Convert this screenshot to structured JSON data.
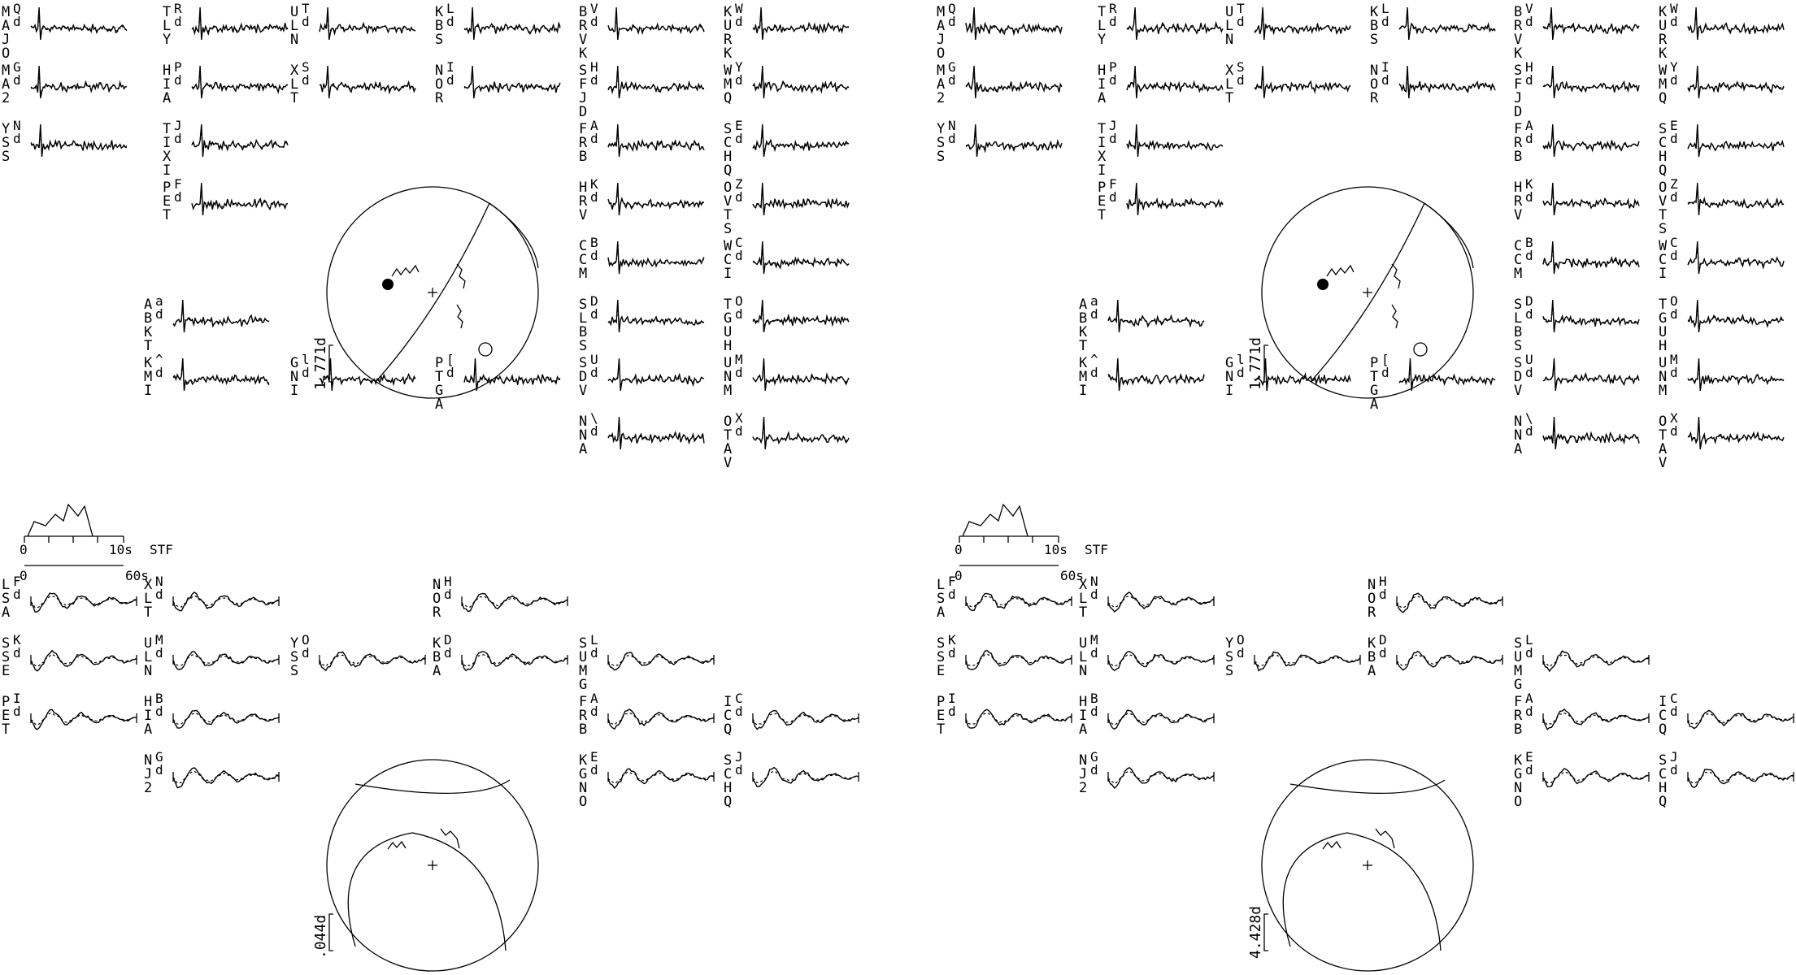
{
  "panels": [
    {
      "id": "left",
      "body_label": "1.771d",
      "surface_label": ".044d",
      "stf": {
        "x_label": "10s",
        "name": "STF",
        "wave_axis_label": "60s"
      },
      "body_stations": [
        {
          "code": "MAJO",
          "shift": "Q",
          "comp": "d"
        },
        {
          "code": "TLY",
          "shift": "R",
          "comp": "d"
        },
        {
          "code": "ULN",
          "shift": "T",
          "comp": "d"
        },
        {
          "code": "KBS",
          "shift": "L",
          "comp": "d"
        },
        {
          "code": "BRVK",
          "shift": "V",
          "comp": "d"
        },
        {
          "code": "KURK",
          "shift": "W",
          "comp": "d"
        },
        {
          "code": "MA2",
          "shift": "G",
          "comp": "d"
        },
        {
          "code": "HIA",
          "shift": "P",
          "comp": "d"
        },
        {
          "code": "XLT",
          "shift": "S",
          "comp": "d"
        },
        {
          "code": "NOR",
          "shift": "I",
          "comp": "d"
        },
        {
          "code": "SFJD",
          "shift": "H",
          "comp": "d"
        },
        {
          "code": "WMQ",
          "shift": "Y",
          "comp": "d"
        },
        {
          "code": "YSS",
          "shift": "N",
          "comp": "d"
        },
        {
          "code": "TIXI",
          "shift": "J",
          "comp": "d"
        },
        {
          "code": "FRB",
          "shift": "A",
          "comp": "d"
        },
        {
          "code": "SCHQ",
          "shift": "E",
          "comp": "d"
        },
        {
          "code": "PET",
          "shift": "F",
          "comp": "d"
        },
        {
          "code": "HRV",
          "shift": "K",
          "comp": "d"
        },
        {
          "code": "OVTS",
          "shift": "Z",
          "comp": "d"
        },
        {
          "code": "CCM",
          "shift": "B",
          "comp": "d"
        },
        {
          "code": "WCI",
          "shift": "C",
          "comp": "d"
        },
        {
          "code": "ABKT",
          "shift": "a",
          "comp": "d"
        },
        {
          "code": "SLBS",
          "shift": "D",
          "comp": "d"
        },
        {
          "code": "TGUH",
          "shift": "O",
          "comp": "d"
        },
        {
          "code": "KMI",
          "shift": "^",
          "comp": "d"
        },
        {
          "code": "GNI",
          "shift": "l",
          "comp": "d"
        },
        {
          "code": "PTGA",
          "shift": "[",
          "comp": "d"
        },
        {
          "code": "SDV",
          "shift": "U",
          "comp": "d"
        },
        {
          "code": "UNM",
          "shift": "M",
          "comp": "d"
        },
        {
          "code": "NNA",
          "shift": "\\",
          "comp": "d"
        },
        {
          "code": "OTAV",
          "shift": "X",
          "comp": "d"
        }
      ],
      "surface_stations": [
        {
          "code": "LSA",
          "shift": "F",
          "comp": "d"
        },
        {
          "code": "XLT",
          "shift": "N",
          "comp": "d"
        },
        {
          "code": "NOR",
          "shift": "H",
          "comp": "d"
        },
        {
          "code": "SSE",
          "shift": "K",
          "comp": "d"
        },
        {
          "code": "ULN",
          "shift": "M",
          "comp": "d"
        },
        {
          "code": "YSS",
          "shift": "O",
          "comp": "d"
        },
        {
          "code": "KBA",
          "shift": "D",
          "comp": "d"
        },
        {
          "code": "SUMG",
          "shift": "L",
          "comp": "d"
        },
        {
          "code": "PET",
          "shift": "I",
          "comp": "d"
        },
        {
          "code": "HIA",
          "shift": "B",
          "comp": "d"
        },
        {
          "code": "FRB",
          "shift": "A",
          "comp": "d"
        },
        {
          "code": "ICQ",
          "shift": "C",
          "comp": "d"
        },
        {
          "code": "NJ2",
          "shift": "G",
          "comp": "d"
        },
        {
          "code": "KGNO",
          "shift": "E",
          "comp": "d"
        },
        {
          "code": "SCHQ",
          "shift": "J",
          "comp": "d"
        }
      ]
    },
    {
      "id": "right",
      "body_label": "1.771d",
      "surface_label": "4.428d",
      "stf": {
        "x_label": "10s",
        "name": "STF",
        "wave_axis_label": "60s"
      },
      "body_stations": [
        {
          "code": "MAJO",
          "shift": "Q",
          "comp": "d"
        },
        {
          "code": "TLY",
          "shift": "R",
          "comp": "d"
        },
        {
          "code": "ULN",
          "shift": "T",
          "comp": "d"
        },
        {
          "code": "KBS",
          "shift": "L",
          "comp": "d"
        },
        {
          "code": "BRVK",
          "shift": "V",
          "comp": "d"
        },
        {
          "code": "KURK",
          "shift": "W",
          "comp": "d"
        },
        {
          "code": "MA2",
          "shift": "G",
          "comp": "d"
        },
        {
          "code": "HIA",
          "shift": "P",
          "comp": "d"
        },
        {
          "code": "XLT",
          "shift": "S",
          "comp": "d"
        },
        {
          "code": "NOR",
          "shift": "I",
          "comp": "d"
        },
        {
          "code": "SFJD",
          "shift": "H",
          "comp": "d"
        },
        {
          "code": "WMQ",
          "shift": "Y",
          "comp": "d"
        },
        {
          "code": "YSS",
          "shift": "N",
          "comp": "d"
        },
        {
          "code": "TIXI",
          "shift": "J",
          "comp": "d"
        },
        {
          "code": "FRB",
          "shift": "A",
          "comp": "d"
        },
        {
          "code": "SCHQ",
          "shift": "E",
          "comp": "d"
        },
        {
          "code": "PET",
          "shift": "F",
          "comp": "d"
        },
        {
          "code": "HRV",
          "shift": "K",
          "comp": "d"
        },
        {
          "code": "OVTS",
          "shift": "Z",
          "comp": "d"
        },
        {
          "code": "CCM",
          "shift": "B",
          "comp": "d"
        },
        {
          "code": "WCI",
          "shift": "C",
          "comp": "d"
        },
        {
          "code": "ABKT",
          "shift": "a",
          "comp": "d"
        },
        {
          "code": "SLBS",
          "shift": "D",
          "comp": "d"
        },
        {
          "code": "TGUH",
          "shift": "O",
          "comp": "d"
        },
        {
          "code": "KMI",
          "shift": "^",
          "comp": "d"
        },
        {
          "code": "GNI",
          "shift": "l",
          "comp": "d"
        },
        {
          "code": "PTGA",
          "shift": "[",
          "comp": "d"
        },
        {
          "code": "SDV",
          "shift": "U",
          "comp": "d"
        },
        {
          "code": "UNM",
          "shift": "M",
          "comp": "d"
        },
        {
          "code": "NNA",
          "shift": "\\",
          "comp": "d"
        },
        {
          "code": "OTAV",
          "shift": "X",
          "comp": "d"
        }
      ],
      "surface_stations": [
        {
          "code": "LSA",
          "shift": "F",
          "comp": "d"
        },
        {
          "code": "XLT",
          "shift": "N",
          "comp": "d"
        },
        {
          "code": "NOR",
          "shift": "H",
          "comp": "d"
        },
        {
          "code": "SSE",
          "shift": "K",
          "comp": "d"
        },
        {
          "code": "ULN",
          "shift": "M",
          "comp": "d"
        },
        {
          "code": "YSS",
          "shift": "O",
          "comp": "d"
        },
        {
          "code": "KBA",
          "shift": "D",
          "comp": "d"
        },
        {
          "code": "SUMG",
          "shift": "L",
          "comp": "d"
        },
        {
          "code": "PET",
          "shift": "I",
          "comp": "d"
        },
        {
          "code": "HIA",
          "shift": "B",
          "comp": "d"
        },
        {
          "code": "FRB",
          "shift": "A",
          "comp": "d"
        },
        {
          "code": "ICQ",
          "shift": "C",
          "comp": "d"
        },
        {
          "code": "NJ2",
          "shift": "G",
          "comp": "d"
        },
        {
          "code": "KGNO",
          "shift": "E",
          "comp": "d"
        },
        {
          "code": "SCHQ",
          "shift": "J",
          "comp": "d"
        }
      ]
    }
  ]
}
